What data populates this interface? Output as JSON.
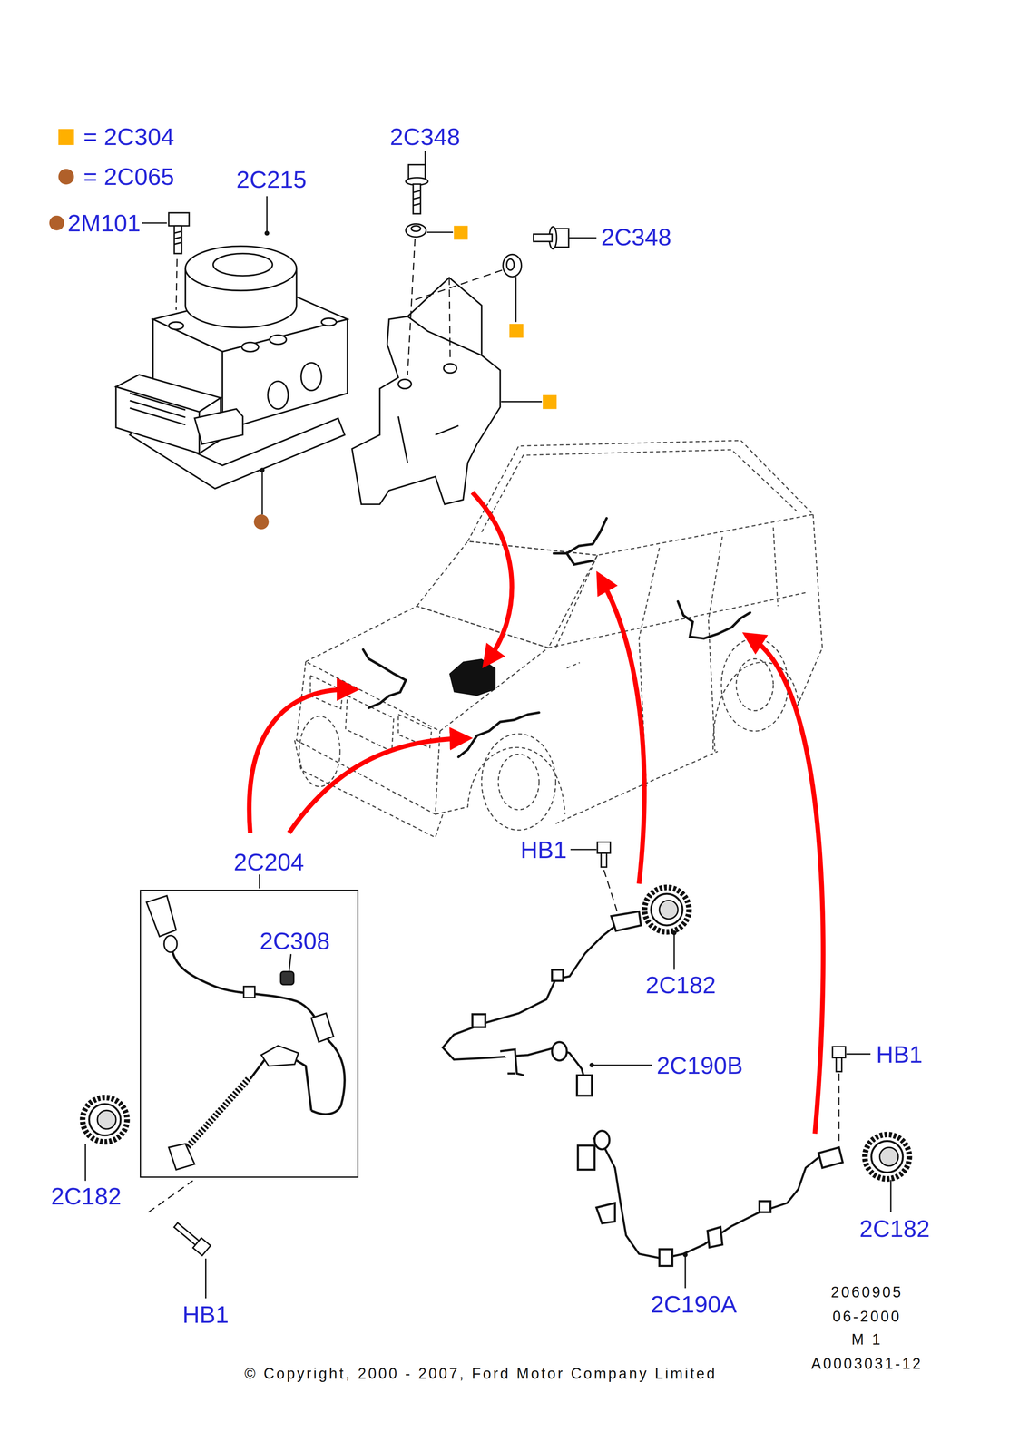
{
  "diagram": {
    "nodes": [
      {
        "text": [
          "2C204",
          "2C308"
        ]
      }
    ],
    "labels": [
      "2C215",
      "2M101",
      "2C348",
      "2C348",
      "HB1",
      "2C182",
      "2C190B",
      "HB1",
      "2C182",
      "2C190A",
      "2C182",
      "HB1",
      "2060905",
      "06-2000",
      "M 1",
      "A0003031-12",
      "© Copyright, 2000 - 2007, Ford Motor Company Limited"
    ],
    "legend": [
      {
        "text": "= 2C304",
        "color": "#ffb000"
      },
      {
        "text": "= 2C065",
        "color": "#b0602a"
      }
    ]
  }
}
